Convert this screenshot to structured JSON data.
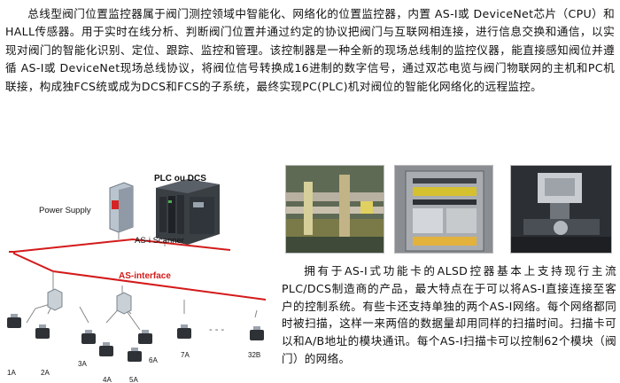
{
  "paragraph_top": "总线型阀门位置监控器属于阀门测控领域中智能化、网络化的位置监控器，内置 AS-I或 DeviceNet芯片（CPU）和HALL传感器。用于实时在线分析、判断阀门位置并通过约定的协议把阀门与互联网相连接，进行信息交换和通信，以实现对阀门的智能化识别、定位、跟踪、监控和管理。该控制器是一种全新的现场总线制的监控仪器，能直接感知阀位并遵循 AS-I或 DeviceNet现场总线协议，将阀位信号转换成16进制的数字信号，通过双芯电览与阀门物联网的主机和PC机联接，构成独FCS统或成为DCS和FCS的子系统，最终实现PC(PLC)机对阀位的智能化网络化的远程监控。",
  "paragraph_side": "拥有于AS-I式功能卡的ALSD控器基本上支持现行主流PLC/DCS制造商的产品，最大特点在于可以将AS-I直接连接至客户的控制系统。有些卡还支持单独的两个AS-I网络。每个网络都同时被扫描，这样一来两倍的数据量却用同样的扫描时间。扫描卡可以和A/B地址的模块通讯。每个AS-I扫描卡可以控制62个模块（阀门）的网络。",
  "diagram": {
    "plc_label": "PLC ou DCS",
    "power_supply_label": "Power Supply",
    "scanner_label": "AS-i Scanner",
    "bus_label": "AS-interface",
    "ellipsis": "- - -",
    "nodes": [
      "1A",
      "2A",
      "3A",
      "4A",
      "5A",
      "6A",
      "7A",
      "32B"
    ]
  },
  "colors": {
    "bus_line": "#d41a1a",
    "cable": "#888888"
  },
  "photos": [
    "pipeline-valves-photo",
    "control-cabinet-photo",
    "valve-actuator-photo"
  ]
}
